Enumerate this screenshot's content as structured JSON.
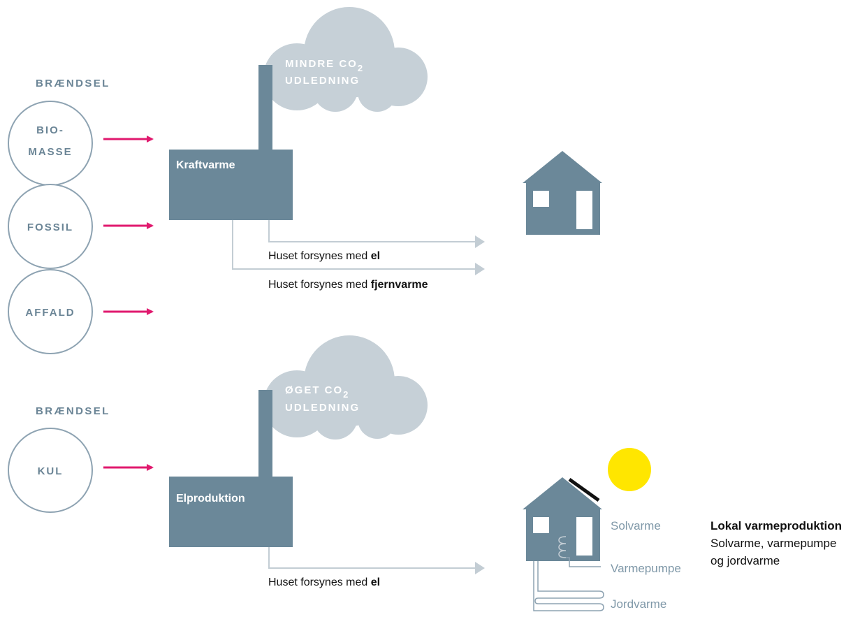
{
  "colors": {
    "slate": "#6b8899",
    "cloud": "#c6d0d7",
    "arrow_pink": "#e0196e",
    "line_grey": "#c3cdd4",
    "sun": "#ffe600",
    "text": "#111111"
  },
  "top": {
    "fuel_heading": "BRÆNDSEL",
    "fuels": [
      {
        "lines": [
          "BIO-",
          "MASSE"
        ]
      },
      {
        "lines": [
          "FOSSIL"
        ]
      },
      {
        "lines": [
          "AFFALD"
        ]
      }
    ],
    "cloud": {
      "line1": "MINDRE CO",
      "sub": "2",
      "line2": "UDLEDNING"
    },
    "plant_label": "Kraftvarme",
    "supply_el_prefix": "Huset forsynes med ",
    "supply_el_bold": "el",
    "supply_fv_prefix": "Huset forsynes med ",
    "supply_fv_bold": "fjernvarme"
  },
  "bottom": {
    "fuel_heading": "BRÆNDSEL",
    "fuels": [
      {
        "lines": [
          "KUL"
        ]
      }
    ],
    "cloud": {
      "line1": "ØGET CO",
      "sub": "2",
      "line2": "UDLEDNING"
    },
    "plant_label": "Elproduktion",
    "supply_el_prefix": "Huset forsynes med ",
    "supply_el_bold": "el",
    "local_labels": {
      "solar": "Solvarme",
      "heat_pump": "Varmepumpe",
      "ground": "Jordvarme"
    },
    "side_note": {
      "title": "Lokal varmeproduktion",
      "line1": "Solvarme, varmepumpe",
      "line2": "og jordvarme"
    }
  }
}
